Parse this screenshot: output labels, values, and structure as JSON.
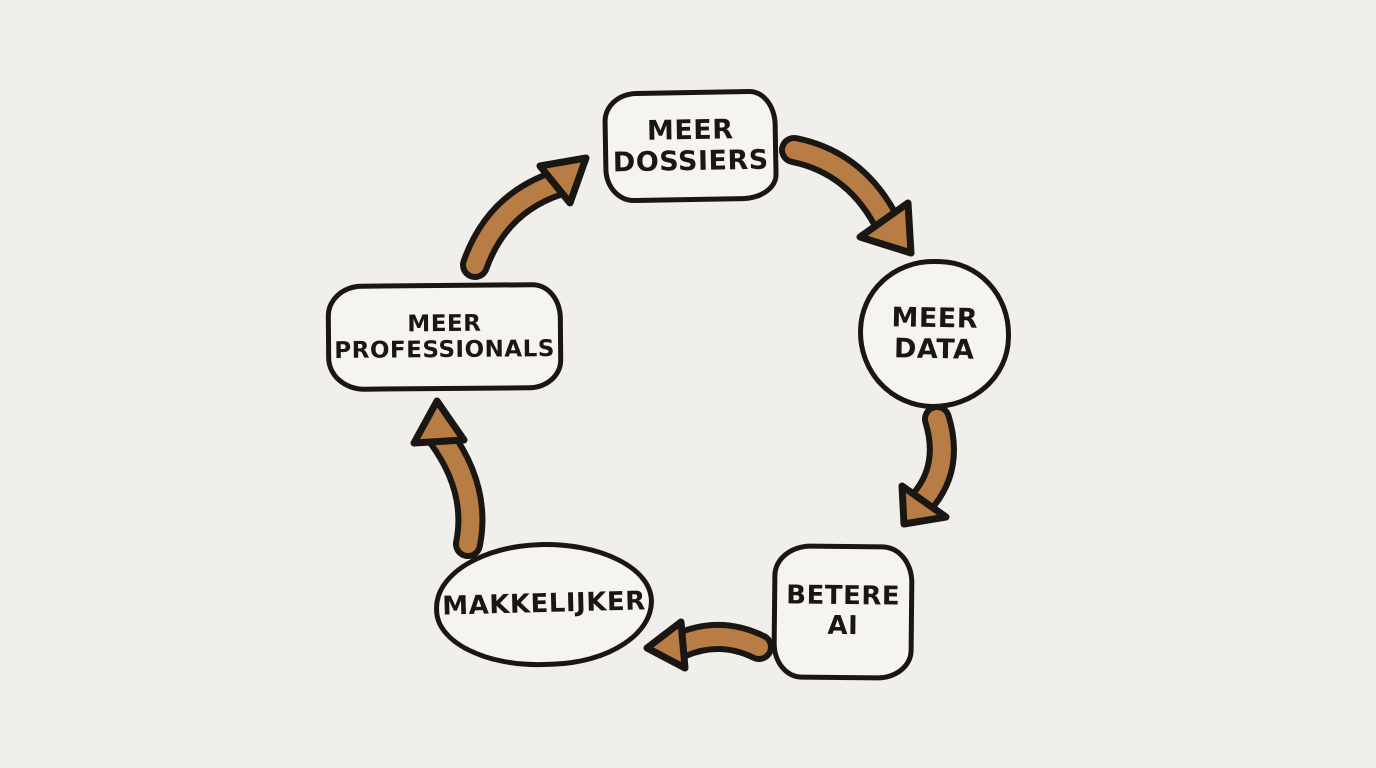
{
  "diagram": {
    "type": "cycle",
    "colors": {
      "background": "#f1efec",
      "ink": "#1a1612",
      "arrow_fill": "#b87d45",
      "node_fill": "#f6f4f1"
    },
    "nodes": [
      {
        "id": "meer-dossiers",
        "label": "MEER DOSSIERS",
        "shape": "rounded-rect",
        "position": "top"
      },
      {
        "id": "meer-data",
        "label": "MEER DATA",
        "shape": "circle",
        "position": "right"
      },
      {
        "id": "betere-ai",
        "label": "BETERE AI",
        "shape": "rounded-square",
        "position": "bottom-right"
      },
      {
        "id": "makkelijker",
        "label": "MAKKELIJKER",
        "shape": "ellipse",
        "position": "bottom-left"
      },
      {
        "id": "meer-professionals",
        "label": "MEER PROFESSIONALS",
        "shape": "rounded-rect",
        "position": "left"
      }
    ],
    "arrows": [
      {
        "from": "meer-dossiers",
        "to": "meer-data"
      },
      {
        "from": "meer-data",
        "to": "betere-ai"
      },
      {
        "from": "betere-ai",
        "to": "makkelijker"
      },
      {
        "from": "makkelijker",
        "to": "meer-professionals"
      },
      {
        "from": "meer-professionals",
        "to": "meer-dossiers"
      }
    ]
  }
}
